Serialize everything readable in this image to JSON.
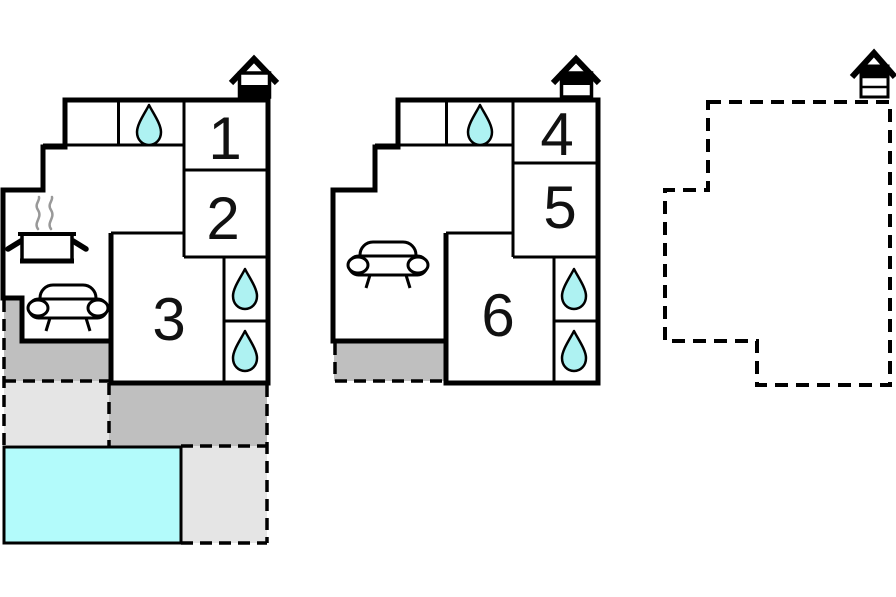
{
  "diagram": {
    "kind": "holiday-home-floor-plan",
    "background_color": "#ffffff"
  },
  "colors": {
    "wall": "#000000",
    "room_fill": "#ffffff",
    "water": "#aef2f2",
    "pool": "#b3fbfb",
    "terrace_dark": "#bfbfbf",
    "terrace_light": "#e5e5e5",
    "plan_outline_fill": "#e8e8e8",
    "steam": "#999999",
    "number": "#111111"
  },
  "plans": {
    "ground_floor": {
      "level_icon": "house-ground-floor-icon",
      "rooms": [
        "1",
        "2",
        "3"
      ],
      "icons": [
        "shower-drop-icon",
        "shower-drop-icon",
        "shower-drop-icon",
        "kitchen-pot-icon",
        "sofa-icon"
      ],
      "areas": [
        "terrace-dark",
        "terrace-light",
        "terrace-dark",
        "terrace-light",
        "pool"
      ]
    },
    "upper_floor": {
      "level_icon": "house-upper-floor-icon",
      "rooms": [
        "4",
        "5",
        "6"
      ],
      "icons": [
        "shower-drop-icon",
        "shower-drop-icon",
        "shower-drop-icon",
        "sofa-icon"
      ],
      "areas": [
        "terrace-dark"
      ]
    },
    "top_floor": {
      "level_icon": "house-top-floor-icon",
      "rooms": [],
      "icons": [],
      "areas": [
        "dashed-outline-area"
      ]
    }
  }
}
